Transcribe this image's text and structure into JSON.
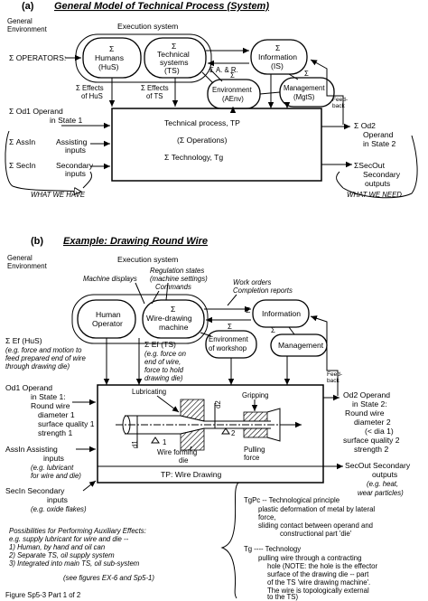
{
  "part_a": {
    "heading_letter": "(a)",
    "heading": "General Model of Technical Process (System)",
    "general_environment": [
      "General",
      "Environment"
    ],
    "execution_system": "Execution system",
    "operators": "Σ OPERATORS:",
    "humans": [
      "Σ",
      "Humans",
      "(HuS)"
    ],
    "technical_systems": [
      "Σ",
      "Technical",
      "systems",
      "(TS)"
    ],
    "information": [
      "Σ",
      "Information",
      "(IS)"
    ],
    "environment": [
      "Σ",
      "Σ A. & R.",
      "Environment",
      "(AEnv)"
    ],
    "management": [
      "Σ",
      "Management",
      "(MgtS)"
    ],
    "effects_hus": [
      "Σ Effects",
      "of HuS"
    ],
    "effects_ts": [
      "Σ Effects",
      "of TS"
    ],
    "feedback": [
      "Feed-",
      "back"
    ],
    "od1": [
      "Σ Od1   Operand",
      "in State 1"
    ],
    "assin": [
      "Σ AssIn",
      "Assisting",
      "inputs"
    ],
    "secin": [
      "Σ SecIn",
      "Secondary",
      "inputs"
    ],
    "tp_title": "Technical process, TP",
    "tp_ops": "(Σ Operations)",
    "tp_tech": "Σ Technology, Tg",
    "od2": [
      "Σ Od2",
      "Operand",
      "in State 2"
    ],
    "secout": [
      "ΣSecOut",
      "Secondary",
      "outputs"
    ],
    "what_we_have": "WHAT WE HAVE",
    "what_we_need": "WHAT WE NEED"
  },
  "part_b": {
    "heading_letter": "(b)",
    "heading": "Example:  Drawing Round Wire",
    "general_environment": [
      "General",
      "Environment"
    ],
    "execution_system": "Execution system",
    "machine_displays": "Machine displays",
    "regulation_states": [
      "Regulation states",
      "(machine settings)"
    ],
    "commands": "Commands",
    "work_orders": [
      "Work orders",
      "Completion reports"
    ],
    "human_operator": [
      "Human",
      "Operator"
    ],
    "wire_drawing_machine": [
      "Σ",
      "Wire-drawing",
      "machine"
    ],
    "information": [
      "Σ",
      "Information"
    ],
    "environment": [
      "Σ",
      "Environment",
      "of workshop"
    ],
    "management": [
      "Σ",
      "Management"
    ],
    "ef_hus": "Σ Ef (HuS)",
    "ef_hus_note": [
      "(e.g. force and motion to",
      "feed prepared end of wire",
      "through drawing die)"
    ],
    "ef_ts": "Σ Ef (TS)",
    "ef_ts_note": [
      "(e.g. force on",
      "end of wire,",
      "force to hold",
      "drawing die)"
    ],
    "feedback": [
      "Feed-",
      "back"
    ],
    "od1": [
      "Od1   Operand",
      "in State 1:",
      "Round wire",
      "diameter 1",
      "surface quality 1",
      "strength 1"
    ],
    "assin": [
      "AssIn  Assisting",
      "inputs"
    ],
    "assin_note": [
      "(e.g. lubricant",
      "for wire and die)"
    ],
    "secin": [
      "SecIn  Secondary",
      "inputs"
    ],
    "secin_note": "(e.g. oxide flakes)",
    "lubricating": "Lubricating",
    "gripping": "Gripping",
    "d1": "d1",
    "d2": "d2",
    "label_1": "1",
    "label_2": "2",
    "wire_forming_die": [
      "Wire forming",
      "die"
    ],
    "pulling_force": [
      "Pulling",
      "force"
    ],
    "tp_wire": "TP:  Wire Drawing",
    "od2": [
      "Od2  Operand",
      "in State 2:",
      "Round wire",
      "diameter 2",
      "(< dia 1)",
      "surface quality 2",
      "strength 2"
    ],
    "secout": [
      "SecOut  Secondary",
      "outputs"
    ],
    "secout_note": [
      "(e.g. heat,",
      "wear particles)"
    ],
    "possibilities": [
      "Possibilities for Performing Auxiliary Effects:",
      "e.g. supply lubricant for wire and die --",
      "1)    Human, by hand and oil can",
      "2)    Separate TS, oil supply system",
      "3)    Integrated into main TS, oil sub-system"
    ],
    "see_figures": "(see figures EX-6 and Sp5-1)",
    "tgpc": [
      "TgPc  -- Technological principle",
      "plastic deformation of metal by lateral",
      "force,",
      "sliding contact between operand and",
      "constructional part 'die'"
    ],
    "tg": [
      "Tg  ---- Technology",
      "pulling wire through a contracting",
      "hole (NOTE: the hole is the effector",
      "surface of the drawing die -- part",
      "of the TS 'wire drawing machine'.",
      "The wire is topologically external",
      "to the TS)"
    ]
  },
  "figure_caption": "Figure Sp5-3  Part 1 of 2"
}
